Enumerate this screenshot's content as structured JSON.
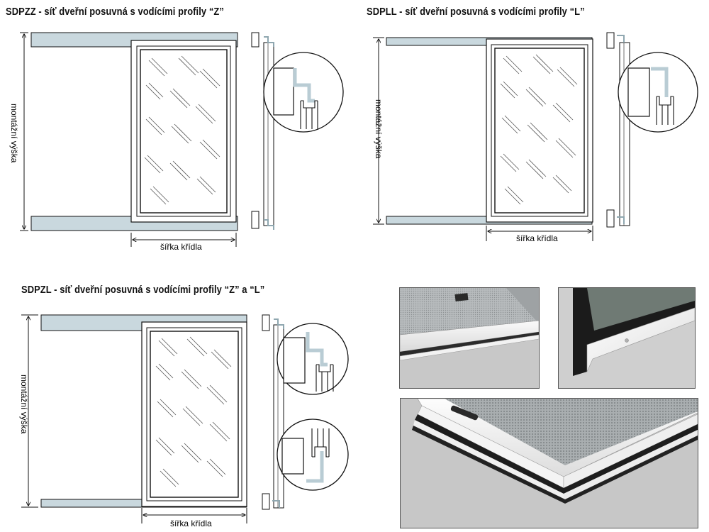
{
  "diagrams": [
    {
      "title": "SDPZZ - síť dveřní posuvná s vodícími profily “Z”",
      "height_label": "montážní výška",
      "width_label": "šířka křídla"
    },
    {
      "title": "SDPLL - síť dveřní posuvná s vodícími profily “L”",
      "height_label": "montážní výška",
      "width_label": "šířka křídla"
    },
    {
      "title": "SDPZL - síť dveřní posuvná s vodícími profily “Z” a “L”",
      "height_label": "montážní výška",
      "width_label": "šířka křídla"
    }
  ],
  "colors": {
    "rail": "#c9d8de",
    "profile": "#b9ccd4",
    "line": "#111111",
    "photo_bg": "#c8c8c8"
  }
}
